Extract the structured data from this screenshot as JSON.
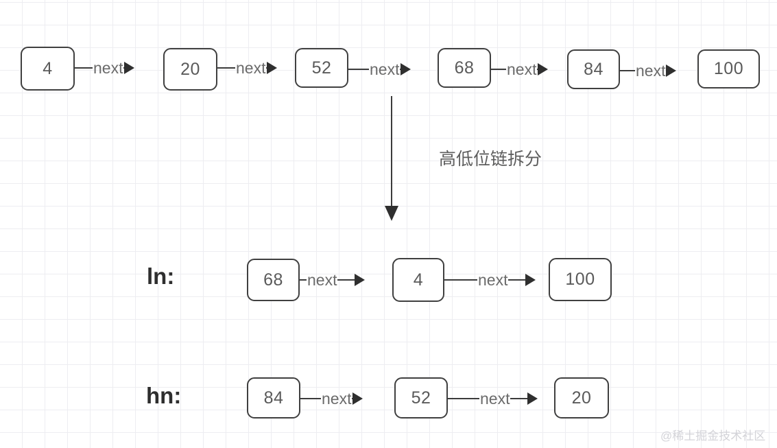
{
  "diagram": {
    "title_note": "高低位链拆分",
    "watermark": "@稀土掘金技术社区",
    "edge_label": "next",
    "colors": {
      "node_border": "#3f3f3f",
      "node_text": "#5a5a5a",
      "edge_line": "#3b3b3b",
      "edge_label_text": "#6b6b6b",
      "grid_line": "#ededf1",
      "background": "#ffffff",
      "row_label_text": "#2e2e2e",
      "watermark_text": "#d3d3d8"
    },
    "rows": [
      {
        "name": "original-list",
        "label": "",
        "nodes": [
          "4",
          "20",
          "52",
          "68",
          "84",
          "100"
        ],
        "links": [
          "next",
          "next",
          "next",
          "next",
          "next"
        ]
      },
      {
        "name": "low-list",
        "label": "ln:",
        "nodes": [
          "68",
          "4",
          "100"
        ],
        "links": [
          "next",
          "next"
        ]
      },
      {
        "name": "high-list",
        "label": "hn:",
        "nodes": [
          "84",
          "52",
          "20"
        ],
        "links": [
          "next",
          "next"
        ]
      }
    ]
  }
}
